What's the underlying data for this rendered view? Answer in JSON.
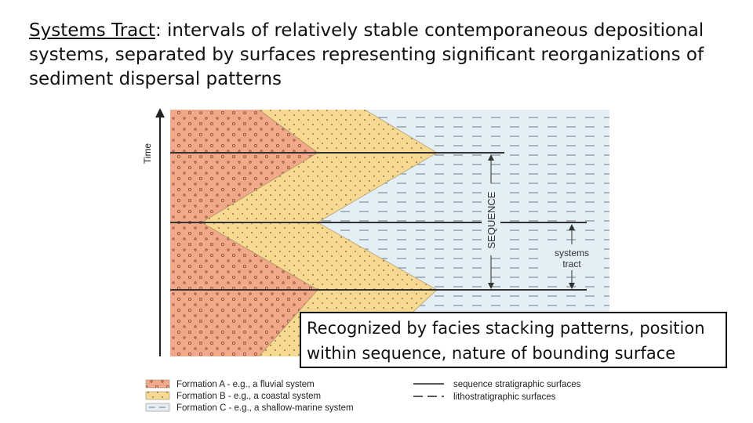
{
  "heading": {
    "term": "Systems Tract",
    "definition": ": intervals of relatively stable contemporaneous depositional systems, separated by surfaces representing significant reorganizations of sediment dispersal patterns"
  },
  "diagram": {
    "time_label": "Time",
    "sequence_label": "SEQUENCE",
    "systems_tract_label_line1": "systems",
    "systems_tract_label_line2": "tract",
    "colors": {
      "formation_a": "#f2a98a",
      "formation_b": "#f8d992",
      "formation_c": "#e3eef5"
    },
    "legend": {
      "formation_a": "Formation A - e.g., a fluvial system",
      "formation_b": "Formation B - e.g., a coastal system",
      "formation_c": "Formation C - e.g., a shallow-marine system",
      "solid_line": "sequence stratigraphic surfaces",
      "dashed_line": "lithostratigraphic surfaces"
    }
  },
  "callout": {
    "text": "Recognized by facies stacking patterns, position within sequence, nature of bounding surface"
  }
}
